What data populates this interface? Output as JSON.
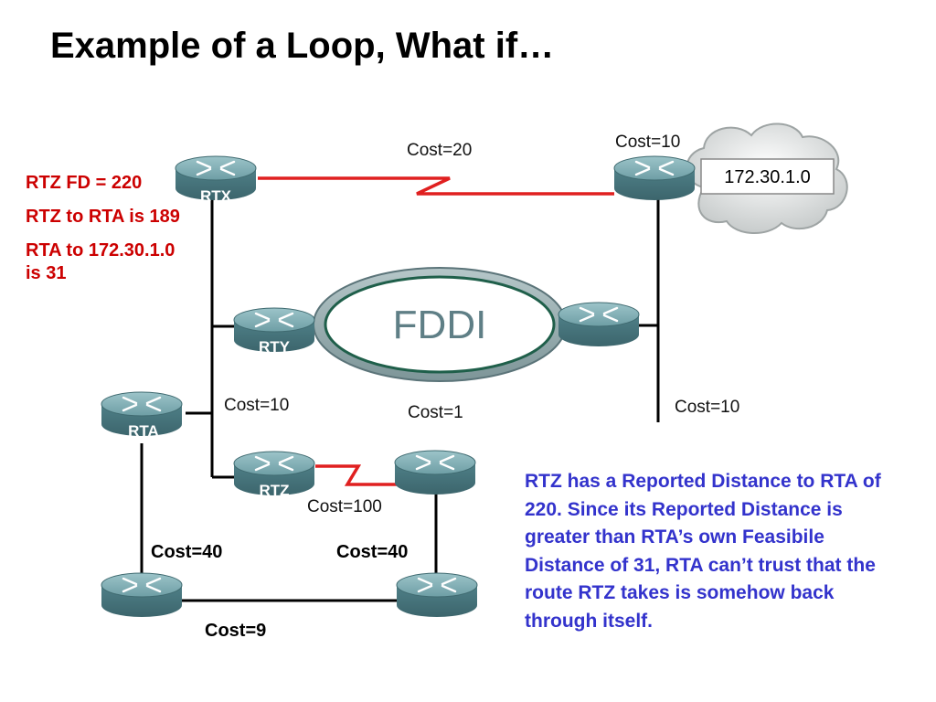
{
  "title": "Example of a Loop,  What if…",
  "notes": {
    "rtz_fd": "RTZ FD = 220",
    "rtz_to_rta": "RTZ to RTA is 189",
    "rta_to_net": "RTA to 172.30.1.0 is 31"
  },
  "explanation": "RTZ has a Reported Distance to RTA of 220.  Since its Reported Distance is greater than RTA’s own  Feasibile Distance of 31, RTA can’t trust that the route RTZ takes is somehow back through itself.",
  "network": "172.30.1.0",
  "fddi_label": "FDDI",
  "routers": {
    "rtx": "RTX",
    "rty": "RTY",
    "rta": "RTA",
    "rtz": "RTZ"
  },
  "links": {
    "rtx_serial": "Cost=20",
    "net_router": "Cost=10",
    "rty_segment": "Cost=10",
    "fddi": "Cost=1",
    "right_segment": "Cost=10",
    "rtz_serial": "Cost=100",
    "left_vertical": "Cost=40",
    "right_vertical": "Cost=40",
    "bottom": "Cost=9"
  },
  "colors": {
    "serial_link": "#e02020",
    "router_body": "#5d8f96",
    "notes_red": "#cc0000",
    "notes_blue": "#3333cc"
  }
}
